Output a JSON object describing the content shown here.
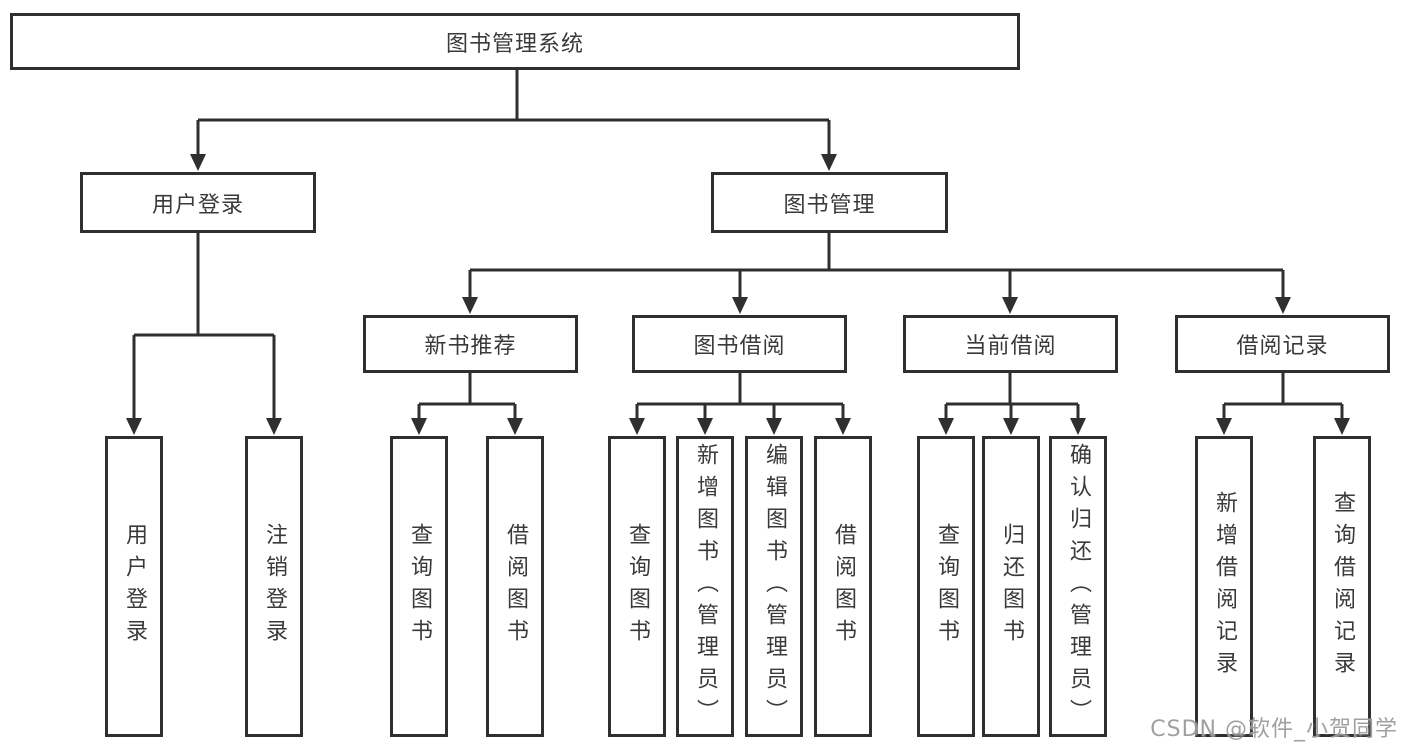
{
  "diagram": {
    "root": {
      "label": "图书管理系统"
    },
    "branches": [
      {
        "label": "用户登录",
        "children": [
          {
            "label": "用户登录"
          },
          {
            "label": "注销登录"
          }
        ]
      },
      {
        "label": "图书管理",
        "sections": [
          {
            "label": "新书推荐",
            "children": [
              {
                "label": "查询图书"
              },
              {
                "label": "借阅图书"
              }
            ]
          },
          {
            "label": "图书借阅",
            "children": [
              {
                "label": "查询图书"
              },
              {
                "label": "新增图书（管理员）"
              },
              {
                "label": "编辑图书（管理员）"
              },
              {
                "label": "借阅图书"
              }
            ]
          },
          {
            "label": "当前借阅",
            "children": [
              {
                "label": "查询图书"
              },
              {
                "label": "归还图书"
              },
              {
                "label": "确认归还（管理员）"
              }
            ]
          },
          {
            "label": "借阅记录",
            "children": [
              {
                "label": "新增借阅记录"
              },
              {
                "label": "查询借阅记录"
              }
            ]
          }
        ]
      }
    ]
  },
  "watermark": "CSDN @软件_小贺同学",
  "colors": {
    "line": "#2f2f2f",
    "text": "#3a3a3a",
    "watermark": "#9b9b9b",
    "background": "#ffffff"
  }
}
